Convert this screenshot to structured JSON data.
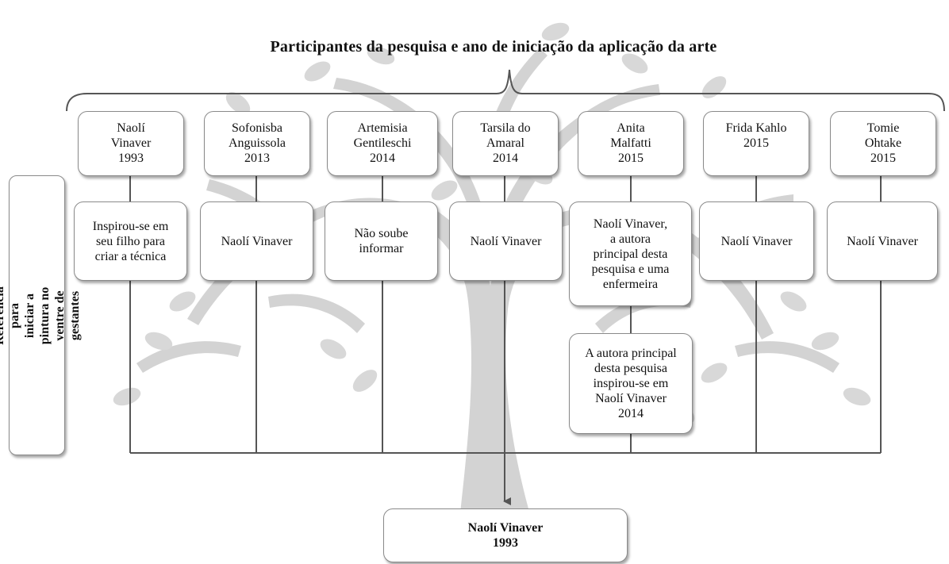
{
  "title": "Participantes da pesquisa e ano de iniciação da aplicação da arte",
  "side_label": "Referência para iniciar a pintura no\nventre de gestantes",
  "participants": [
    {
      "name_year": "Naolí\nVinaver\n1993",
      "reference": "Inspirou-se em\nseu filho para\ncriar a técnica"
    },
    {
      "name_year": "Sofonisba\nAnguissola\n2013",
      "reference": "Naolí Vinaver"
    },
    {
      "name_year": "Artemisia\nGentileschi\n2014",
      "reference": "Não soube\ninformar"
    },
    {
      "name_year": "Tarsila do\nAmaral\n2014",
      "reference": "Naolí Vinaver"
    },
    {
      "name_year": "Anita\nMalfatti\n2015",
      "reference": "Naolí Vinaver,\na autora\nprincipal desta\npesquisa e uma\nenfermeira"
    },
    {
      "name_year": "Frida Kahlo\n2015",
      "reference": "Naolí Vinaver"
    },
    {
      "name_year": "Tomie\nOhtake\n2015",
      "reference": "Naolí Vinaver"
    }
  ],
  "secondary_reference": "A autora principal\ndesta pesquisa\ninspirou-se em\nNaolí Vinaver\n2014",
  "result": "Naolí Vinaver\n1993",
  "colors": {
    "tree": "#c9c9c9",
    "lines": "#555555",
    "box_border": "#8a8a8a"
  }
}
